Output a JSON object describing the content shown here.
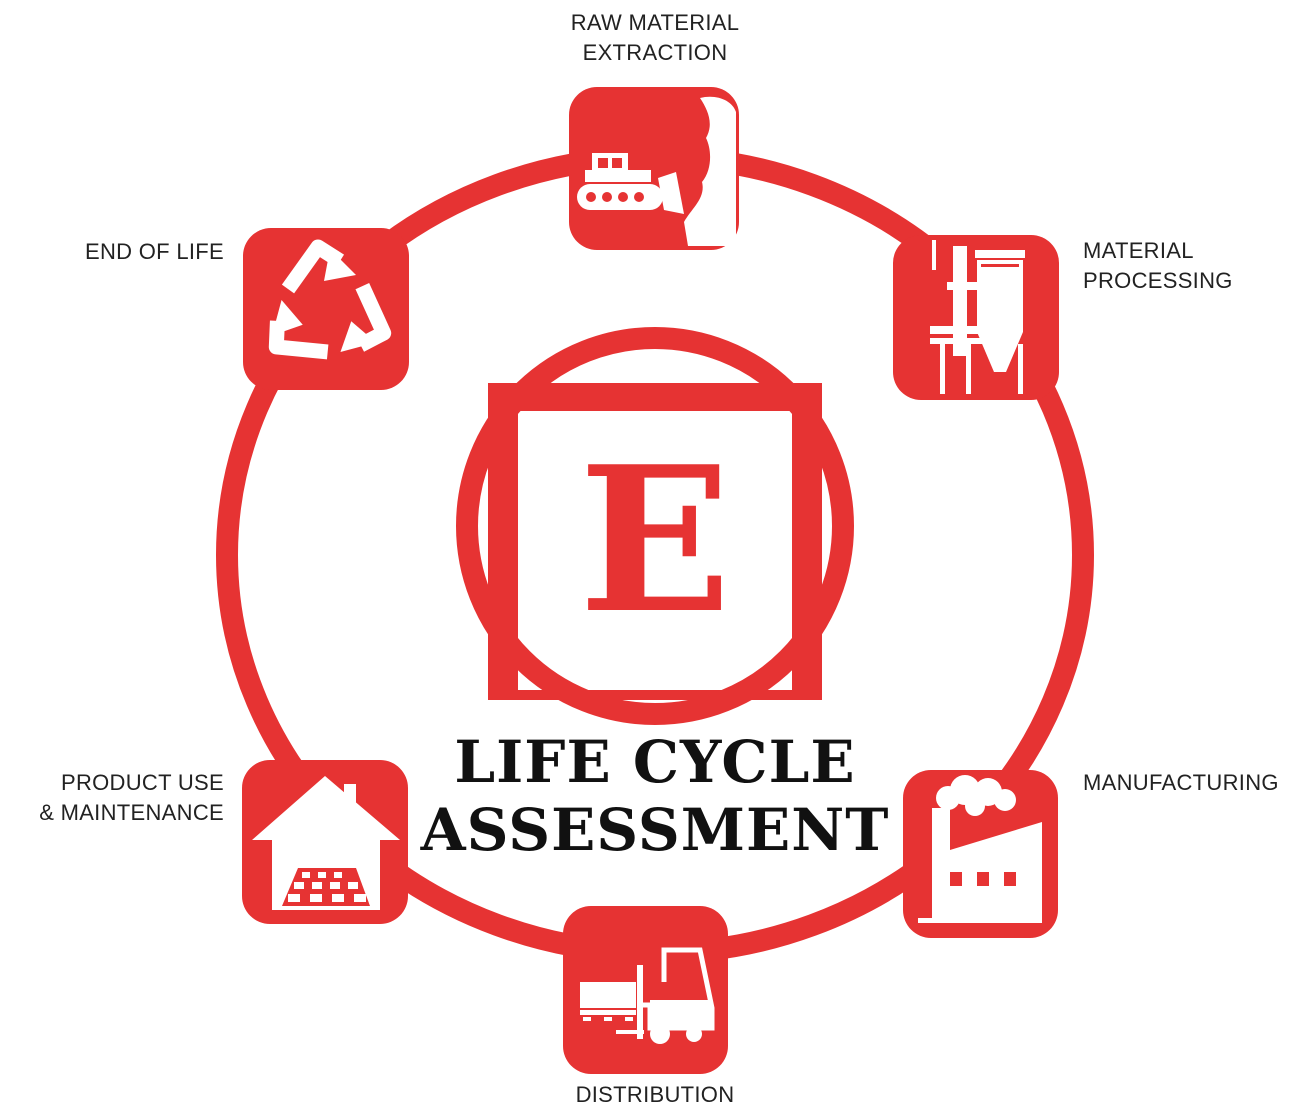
{
  "theme": {
    "accent": "#e63333",
    "text": "#222222",
    "title": "#111111",
    "background": "#ffffff"
  },
  "center": {
    "logo_letter": "E",
    "title_line1": "LIFE CYCLE",
    "title_line2": "ASSESSMENT"
  },
  "stages": [
    {
      "id": "raw",
      "icon": "bulldozer-icon",
      "line1": "RAW MATERIAL",
      "line2": "EXTRACTION"
    },
    {
      "id": "processing",
      "icon": "silo-plant-icon",
      "line1": "MATERIAL",
      "line2": "PROCESSING"
    },
    {
      "id": "manufacturing",
      "icon": "factory-icon",
      "line1": "MANUFACTURING",
      "line2": ""
    },
    {
      "id": "distribution",
      "icon": "forklift-icon",
      "line1": "DISTRIBUTION",
      "line2": ""
    },
    {
      "id": "product-use",
      "icon": "house-icon",
      "line1": "PRODUCT USE",
      "line2": "& MAINTENANCE"
    },
    {
      "id": "end-of-life",
      "icon": "recycle-icon",
      "line1": "END OF LIFE",
      "line2": ""
    }
  ]
}
